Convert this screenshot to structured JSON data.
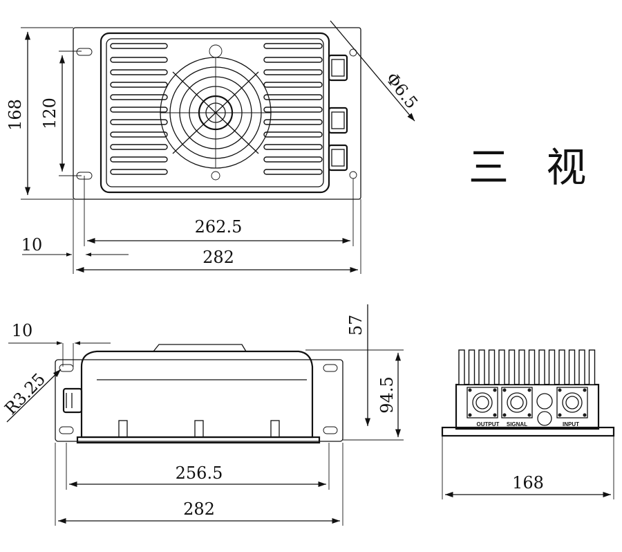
{
  "title": "三 视 图",
  "top_view": {
    "dim_height_total": "168",
    "dim_height_holes": "120",
    "dim_hole_dia": "Φ6.5",
    "dim_width_holes": "262.5",
    "dim_edge_offset": "10",
    "dim_width_total": "282"
  },
  "side_view": {
    "dim_edge_offset": "10",
    "dim_radius": "R3.25",
    "dim_top_height": "57",
    "dim_height": "94.5",
    "dim_width_body": "256.5",
    "dim_width_total": "282"
  },
  "end_view": {
    "dim_width": "168",
    "port_output": "OUTPUT",
    "port_signal": "SIGNAL",
    "port_input": "INPUT"
  }
}
